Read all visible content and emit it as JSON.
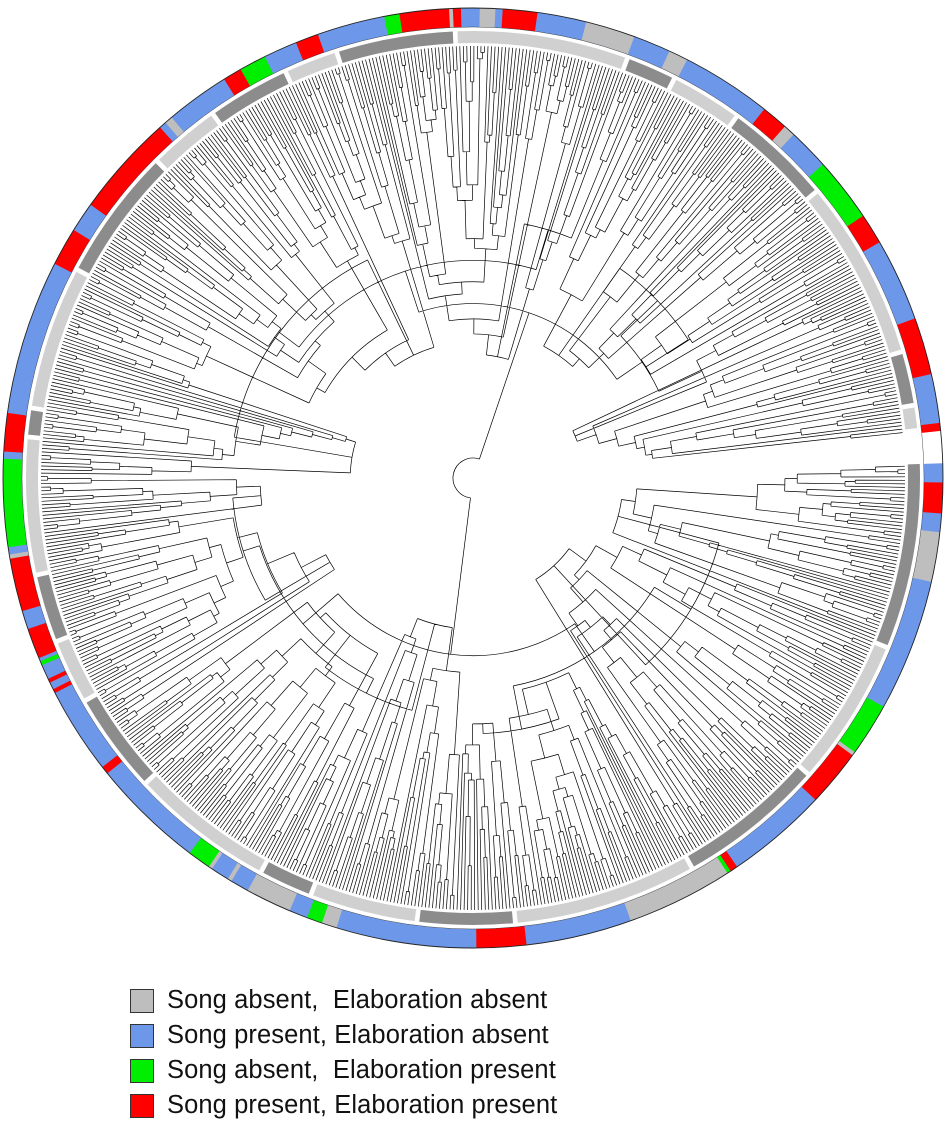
{
  "figure": {
    "type": "circular-phylogenetic-tree",
    "branch_color": "#000000",
    "clade_band_colors": [
      "#8c8c8c",
      "#d0d0d0"
    ],
    "segment_count": 760
  },
  "legend": {
    "items": [
      {
        "label": "Song absent,  Elaboration absent",
        "color": "#bebebe"
      },
      {
        "label": "Song present, Elaboration absent",
        "color": "#6d97e8"
      },
      {
        "label": "Song absent,  Elaboration present",
        "color": "#00ee00"
      },
      {
        "label": "Song present, Elaboration present",
        "color": "#ff0000"
      }
    ]
  }
}
